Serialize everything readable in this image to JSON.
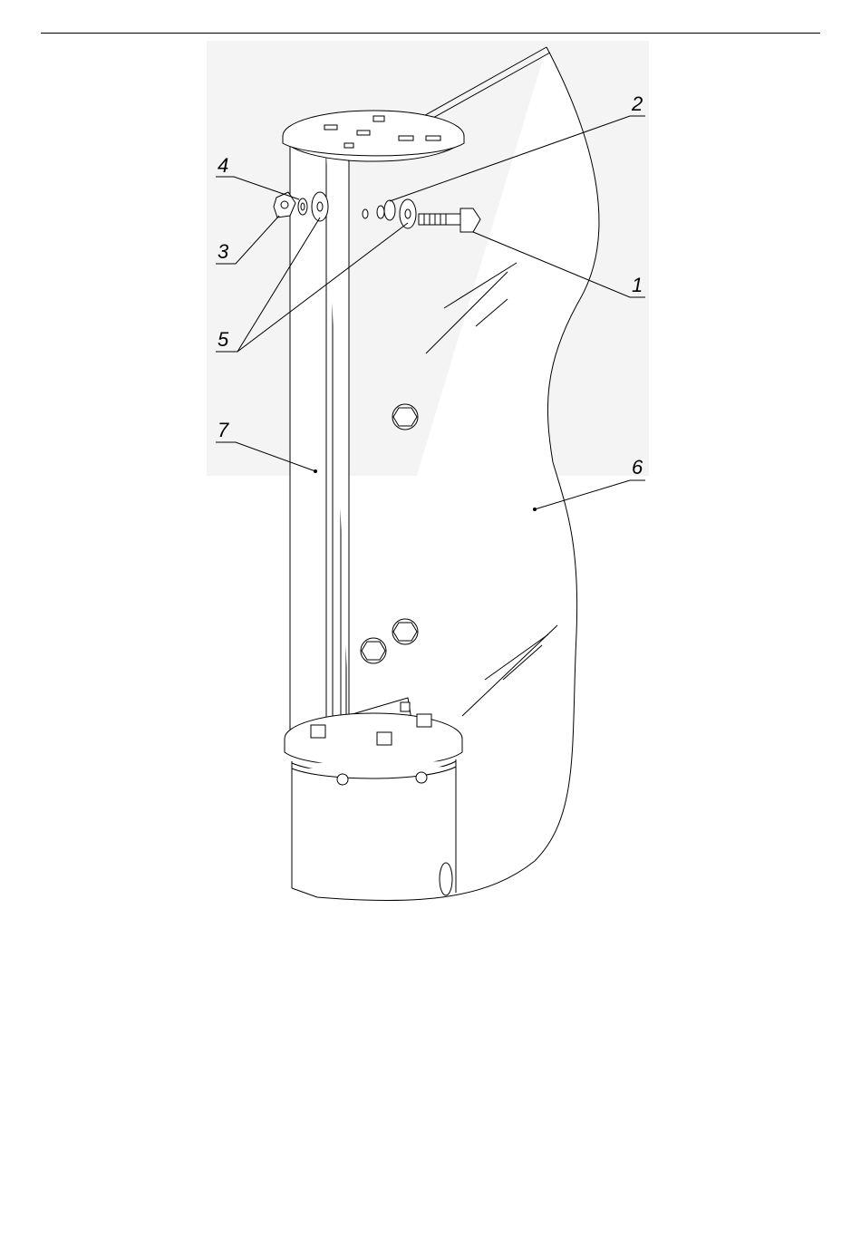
{
  "figure": {
    "callouts": [
      {
        "id": "1",
        "label": "1"
      },
      {
        "id": "2",
        "label": "2"
      },
      {
        "id": "3",
        "label": "3"
      },
      {
        "id": "4",
        "label": "4"
      },
      {
        "id": "5",
        "label": "5"
      },
      {
        "id": "6",
        "label": "6"
      },
      {
        "id": "7",
        "label": "7"
      }
    ]
  },
  "colors": {
    "line": "#000000",
    "background": "#ffffff",
    "panel_shade": "#f2f2f2"
  }
}
